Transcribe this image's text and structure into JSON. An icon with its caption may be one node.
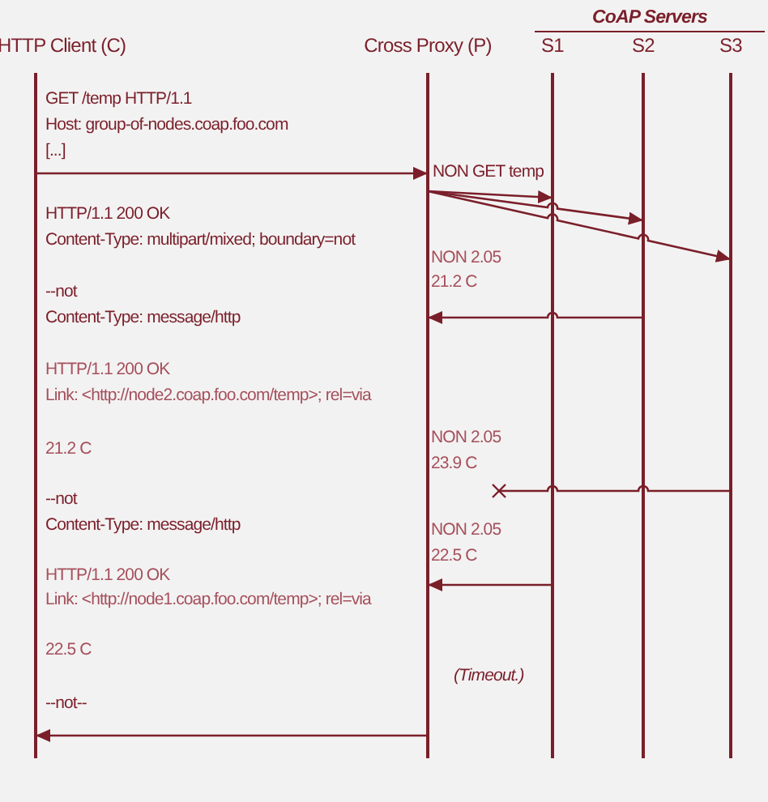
{
  "diagram": {
    "nodes": [
      {
        "text": [
          "HTTP Client (C)"
        ]
      },
      {
        "text": [
          "Cross Proxy (P)"
        ]
      },
      {
        "text": [
          "S1"
        ]
      },
      {
        "text": [
          "S2"
        ]
      },
      {
        "text": [
          "S3"
        ]
      }
    ],
    "edges": [
      {
        "from": 0,
        "to": 1,
        "arrow": "to"
      },
      {
        "from": 1,
        "to": 2,
        "arrow": "to"
      },
      {
        "from": 1,
        "to": 3,
        "arrow": "to"
      },
      {
        "from": 1,
        "to": 4,
        "arrow": "to"
      },
      {
        "from": 3,
        "to": 1,
        "arrow": "to"
      },
      {
        "from": 4,
        "to": null,
        "arrow": "other"
      },
      {
        "from": 2,
        "to": 1,
        "arrow": "to"
      },
      {
        "from": 1,
        "to": 0,
        "arrow": "to"
      }
    ],
    "labels": [
      "CoAP Servers",
      "GET /temp HTTP/1.1",
      "Host: group-of-nodes.coap.foo.com",
      "[...]",
      "NON GET temp",
      "HTTP/1.1 200 OK",
      "Content-Type: multipart/mixed; boundary=not",
      "NON 2.05",
      "21.2 C",
      "--not",
      "Content-Type: message/http",
      "HTTP/1.1 200 OK",
      "Link: <http://node2.coap.foo.com/temp>; rel=via",
      "NON 2.05",
      "23.9 C",
      "21.2 C",
      "--not",
      "Content-Type: message/http",
      "NON 2.05",
      "22.5 C",
      "HTTP/1.1 200 OK",
      "Link: <http://node1.coap.foo.com/temp>; rel=via",
      "22.5 C",
      "(Timeout.)",
      "--not--"
    ]
  }
}
